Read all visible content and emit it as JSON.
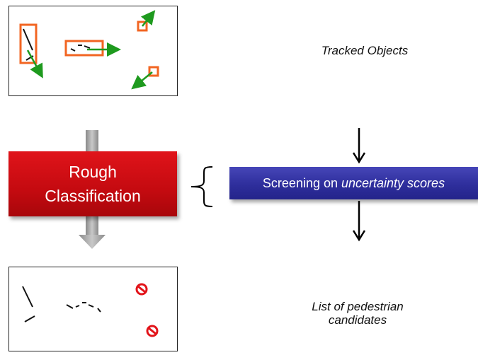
{
  "captions": {
    "tracked": "Tracked Objects",
    "list_line1": "List of pedestrian",
    "list_line2": "candidates"
  },
  "rough_box": {
    "line1": "Rough",
    "line2": "Classification",
    "color": "#c40a10"
  },
  "screening_box": {
    "prefix": "Screening on",
    "emphasis": "uncertainty scores",
    "color": "#2e2e9c"
  },
  "colors": {
    "highlight": "#f26522",
    "motion_arrow": "#1e9a1e",
    "reject_marker": "#e2141a",
    "flow_arrow": "#999999"
  }
}
